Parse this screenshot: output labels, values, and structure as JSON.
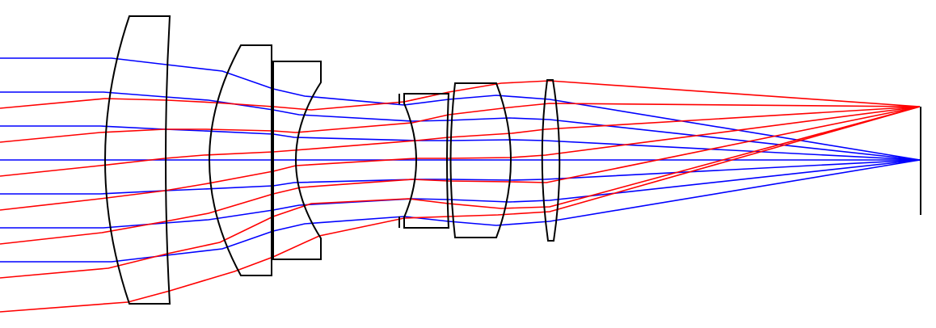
{
  "diagram": {
    "type": "optical-ray-trace",
    "colors": {
      "on_axis_rays": "#0000ff",
      "off_axis_rays": "#ff0000",
      "lens_outline": "#000000",
      "background": "#ffffff"
    },
    "elements": [
      "lens-1",
      "lens-2",
      "lens-3",
      "aperture-stop",
      "lens-4",
      "lens-5",
      "lens-6",
      "image-plane"
    ],
    "ray_groups": [
      {
        "id": "on-axis",
        "color_key": "on_axis_rays",
        "count": 7
      },
      {
        "id": "off-axis",
        "color_key": "off_axis_rays",
        "count": 7
      }
    ]
  }
}
